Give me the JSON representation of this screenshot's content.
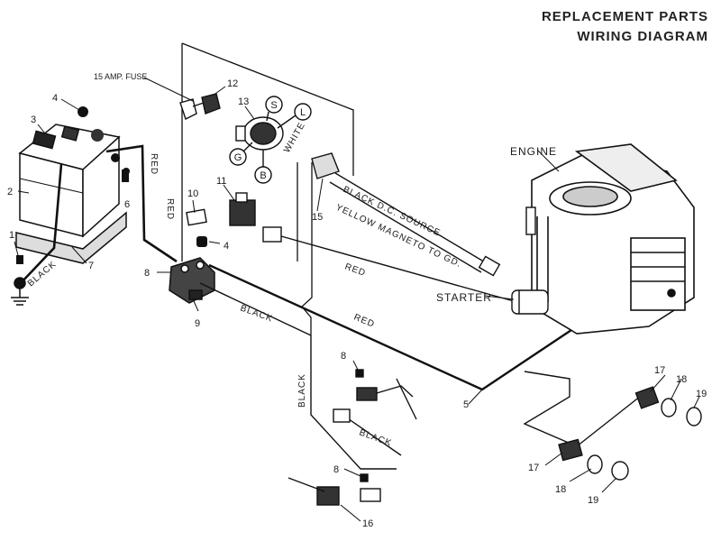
{
  "title": {
    "line1": "REPLACEMENT PARTS",
    "line2": "WIRING DIAGRAM"
  },
  "components": {
    "engine": "ENGINE",
    "starter": "STARTER",
    "fuse": "15 AMP. FUSE",
    "switch_terminals": [
      "S",
      "L",
      "G",
      "B"
    ]
  },
  "wire_labels": {
    "red_battery": "RED",
    "red_left": "RED",
    "white": "WHITE",
    "black_dc": "BLACK D.C. SOURCE",
    "yellow_magneto": "YELLOW MAGNETO TO GD.",
    "red_upper": "RED",
    "red_lower": "RED",
    "black_ground": "BLACK",
    "black_solenoid": "BLACK",
    "black_vertical": "BLACK",
    "black_lower": "BLACK"
  },
  "part_numbers": {
    "p1": "1",
    "p2": "2",
    "p3": "3",
    "p4a": "4",
    "p4b": "4",
    "p5": "5",
    "p6": "6",
    "p7": "7",
    "p8a": "8",
    "p8b": "8",
    "p8c": "8",
    "p9": "9",
    "p10": "10",
    "p11": "11",
    "p12": "12",
    "p13": "13",
    "p15": "15",
    "p16": "16",
    "p17a": "17",
    "p17b": "17",
    "p18a": "18",
    "p18b": "18",
    "p19a": "19",
    "p19b": "19"
  }
}
